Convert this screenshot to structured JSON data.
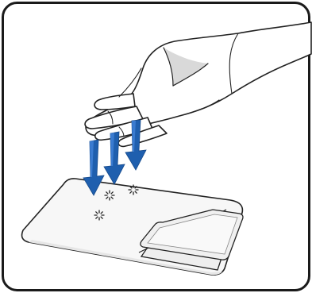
{
  "illustration": {
    "subject": "hand-three-finger-tap-on-touchpad",
    "gesture": "three-finger-tap",
    "finger_count": 3,
    "tap_marks_count": 3
  },
  "colors": {
    "frame_stroke": "#1a1a1a",
    "outline": "#222222",
    "hand_fill": "#ffffff",
    "hand_shade": "#cfcfcf",
    "touchpad_fill": "#f7f7f7",
    "touchpad_shade": "#e6e6e6",
    "button_fill": "#eeeeee",
    "arrow_blue": "#1f5fae",
    "arrow_blue_light": "#3a7bd0"
  },
  "icons": {
    "arrow": "down-arrow-icon",
    "tap": "tap-ripple-icon"
  }
}
